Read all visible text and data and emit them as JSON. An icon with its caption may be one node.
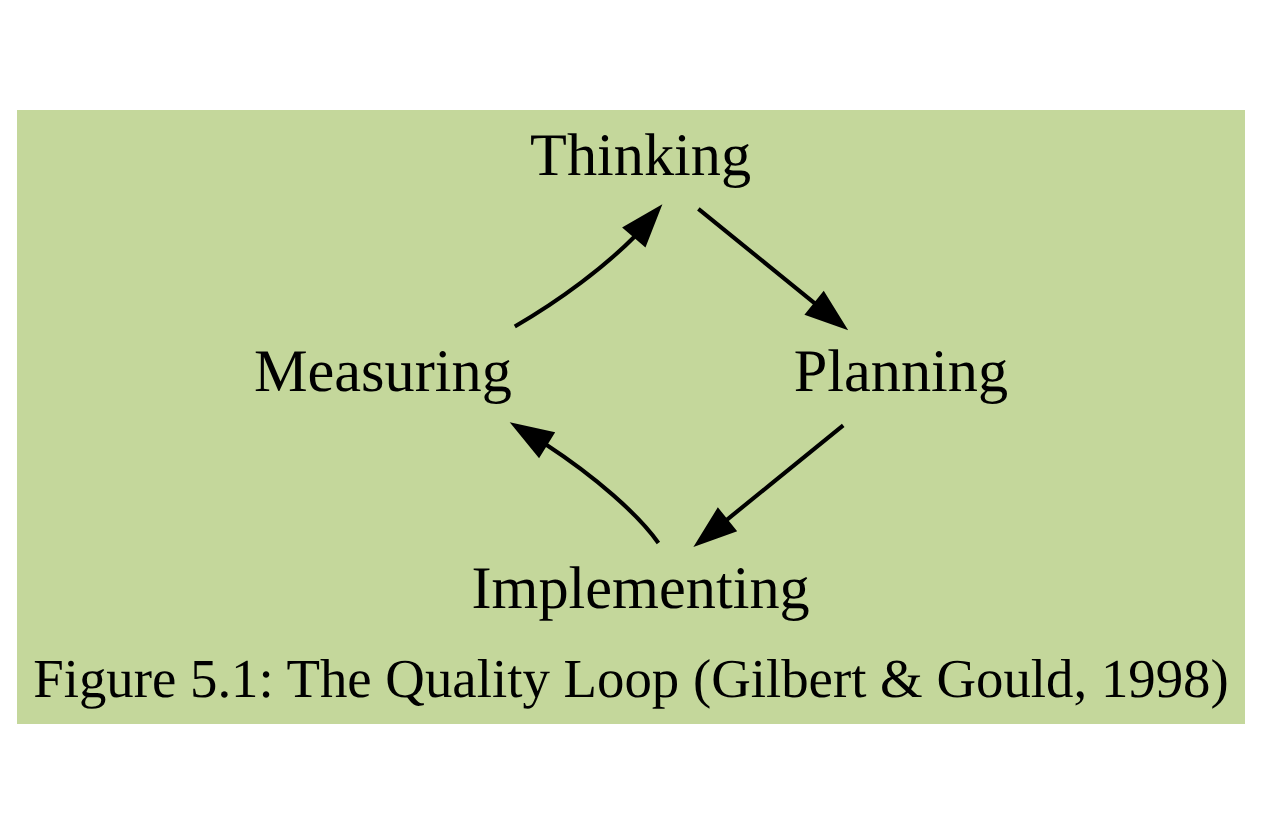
{
  "diagram": {
    "caption": "Figure 5.1: The Quality Loop (Gilbert & Gould, 1998)",
    "nodes": [
      {
        "text": [
          "Thinking"
        ]
      },
      {
        "text": [
          "Planning"
        ]
      },
      {
        "text": [
          "Implementing"
        ]
      },
      {
        "text": [
          "Measuring"
        ]
      }
    ],
    "edges": [
      {
        "from": 0,
        "to": 1,
        "arrow": "to"
      },
      {
        "from": 1,
        "to": 2,
        "arrow": "to"
      },
      {
        "from": 2,
        "to": 3,
        "arrow": "to"
      },
      {
        "from": 3,
        "to": 0,
        "arrow": "to"
      }
    ]
  }
}
